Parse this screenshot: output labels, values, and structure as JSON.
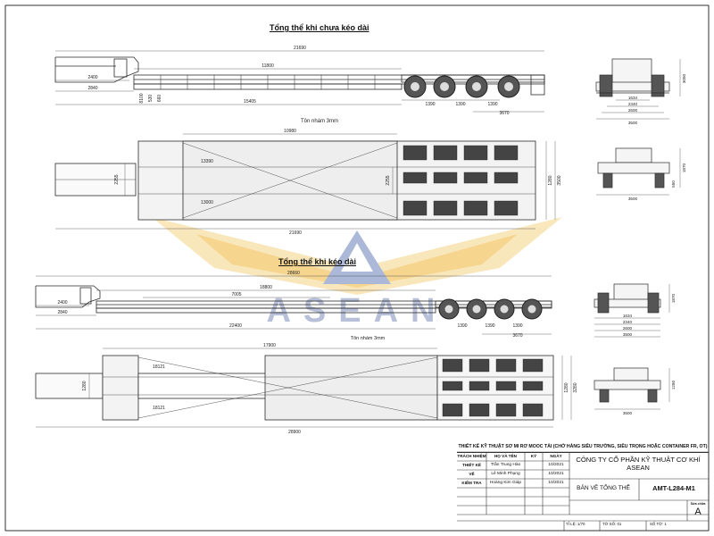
{
  "drawing": {
    "title_unextended": "Tổng thể khi chưa kéo dài",
    "title_extended": "Tổng thể khi kéo dài",
    "watermark_text": "ASEAN",
    "watermark_color": "#f4c76a",
    "watermark_text_color": "#9aa6c8",
    "line_color": "#2b2b2b",
    "plate_note": "Tôn nhám 3mm",
    "view1_dims": {
      "overall": "21690",
      "deck": "11800",
      "left1": "2400",
      "left2": "2840",
      "bottom": "15405",
      "s1": "8100",
      "s2": "530",
      "s3": "660",
      "axle1": "1390",
      "axle2": "1390",
      "axle3": "1390",
      "rear": "3670"
    },
    "view2_dims": {
      "deck_len": "10980",
      "left_w": "2255",
      "mid_w": "2255",
      "w1": "1280",
      "w2": "3500",
      "overall": "21690",
      "diag1": "13390",
      "diag2": "13000"
    },
    "view3_dims": {
      "overall": "28660",
      "deck": "18800",
      "inner": "7005",
      "left1": "2400",
      "left2": "2840",
      "bottom": "22400",
      "axle1": "1390",
      "axle2": "1390",
      "axle3": "1390",
      "rear": "3670"
    },
    "view4_dims": {
      "top": "17900",
      "diag1": "18121",
      "diag2": "18121",
      "overall": "28900",
      "left_w": "1280",
      "w1": "1280",
      "w2": "3280"
    },
    "end_views": {
      "top": {
        "height": "3050",
        "d1": "1634",
        "d2": "2340",
        "d3": "2600",
        "d4": "3500"
      },
      "second": {
        "height": "1870",
        "d1": "550",
        "width": "3500"
      },
      "third": {
        "height": "1870",
        "d1": "1634",
        "d2": "2340",
        "d3": "2600",
        "d4": "3500"
      },
      "fourth": {
        "height": "1280",
        "width": "3500"
      }
    }
  },
  "title_block": {
    "project": "THIẾT KẾ KỸ THUẬT SƠ MI RƠ MOOC TẢI (CHỞ HÀNG SIÊU TRƯỜNG, SIÊU TRỌNG HOẶC CONTAINER FR, OT)",
    "headers": [
      "TRÁCH NHIỆM",
      "HỌ VÀ TÊN",
      "KÝ",
      "NGÀY"
    ],
    "rows": [
      {
        "role": "THIẾT KẾ",
        "name": "Trần Trung Hào",
        "date": "10/2021"
      },
      {
        "role": "VẼ",
        "name": "Lê Minh Phụng",
        "date": "10/2021"
      },
      {
        "role": "KIỂM TRA",
        "name": "Hoàng Kim Giáp",
        "date": "10/2021"
      }
    ],
    "company_line1": "CÔNG TY CỔ PHẦN KỸ THUẬT CƠ KHÍ",
    "company_line2": "ASEAN",
    "drawing_type": "BẢN VẼ TỔNG THỂ",
    "drawing_number": "AMT-L284-M1",
    "revision_label": "Sửa chữa",
    "revision": "A",
    "scale": "TỈ LỆ: 1/70",
    "sheet_num": "TỜ SỐ: 01",
    "sheets_total": "SỐ TỜ: 1"
  }
}
